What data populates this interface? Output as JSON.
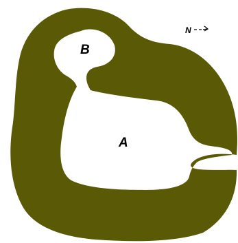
{
  "diagram": {
    "colors": {
      "landmass": "#5a5a06",
      "water": "#ffffff",
      "text": "#000000"
    },
    "labels": {
      "region_a": "A",
      "region_b": "B",
      "north": "N"
    },
    "icons": {
      "north_arrow": "arrow-right-icon"
    }
  }
}
